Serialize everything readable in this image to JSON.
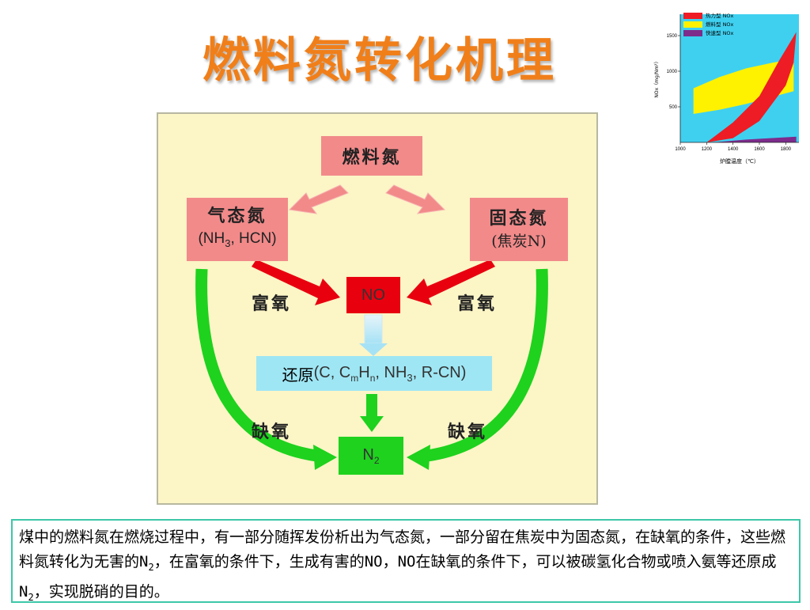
{
  "title": "燃料氮转化机理",
  "diagram": {
    "fuel_nitrogen": "燃料氮",
    "gas_nitrogen": {
      "name": "气态氮",
      "sub_pre": "(NH",
      "sub_num": "3",
      "sub_post": ", HCN)"
    },
    "solid_nitrogen": {
      "name": "固态氮",
      "sub": "(焦炭N)"
    },
    "no": "NO",
    "rich_oxygen_left": "富氧",
    "rich_oxygen_right": "富氧",
    "reduction": {
      "label": "还原",
      "pre": "(C, C",
      "m": "m",
      "h": "H",
      "n": "n",
      "post": ", NH",
      "three": "3",
      "end": ", R-CN)"
    },
    "lean_oxygen_left": "缺氧",
    "lean_oxygen_right": "缺氧",
    "n2": {
      "symbol": "N",
      "sub": "2"
    },
    "colors": {
      "pink_box": "#f28a8a",
      "red": "#e8000f",
      "cyan": "#9ee6f4",
      "green": "#1ed21e",
      "panel": "#fcf5c6",
      "title": "#f07f1a"
    }
  },
  "caption": {
    "part1": "煤中的燃料氮在燃烧过程中，有一部分随挥发份析出为气态氮，一部分留在焦炭中为固态氮，在缺氧的条件，这些燃料氮转化为无害的N",
    "sub1": "2",
    "part2": "，在富氧的条件下，生成有害的NO，NO在缺氧的条件下，可以被碳氢化合物或喷入氨等还原成N",
    "sub2": "2",
    "part3": "，实现脱硝的目的。"
  },
  "chart_data": {
    "type": "area",
    "title": "",
    "xlabel": "炉膛温度（℃）",
    "ylabel": "NOx（mg/Nm³）",
    "x_ticks": [
      1000,
      1200,
      1400,
      1600,
      1800
    ],
    "y_ticks": [
      500,
      1000,
      1500
    ],
    "xlim": [
      1000,
      1900
    ],
    "ylim": [
      0,
      1800
    ],
    "legend_position": "top-right",
    "series": [
      {
        "name": "热力型 NOx",
        "color": "#ee1c24",
        "lower": [
          [
            1200,
            0
          ],
          [
            1400,
            60
          ],
          [
            1600,
            300
          ],
          [
            1800,
            800
          ],
          [
            1860,
            1120
          ]
        ],
        "upper": [
          [
            1200,
            0
          ],
          [
            1400,
            280
          ],
          [
            1600,
            650
          ],
          [
            1750,
            1150
          ],
          [
            1880,
            1550
          ]
        ]
      },
      {
        "name": "燃料型 NOx",
        "color": "#fff200",
        "lower": [
          [
            1100,
            400
          ],
          [
            1300,
            460
          ],
          [
            1500,
            540
          ],
          [
            1700,
            640
          ],
          [
            1860,
            720
          ]
        ],
        "upper": [
          [
            1100,
            760
          ],
          [
            1300,
            920
          ],
          [
            1500,
            1040
          ],
          [
            1700,
            1120
          ],
          [
            1860,
            1170
          ]
        ]
      },
      {
        "name": "快速型 NOx",
        "color": "#7d2c8c",
        "lower": [
          [
            1250,
            0
          ],
          [
            1500,
            0
          ],
          [
            1880,
            0
          ]
        ],
        "upper": [
          [
            1250,
            0
          ],
          [
            1500,
            40
          ],
          [
            1880,
            80
          ]
        ]
      }
    ]
  }
}
